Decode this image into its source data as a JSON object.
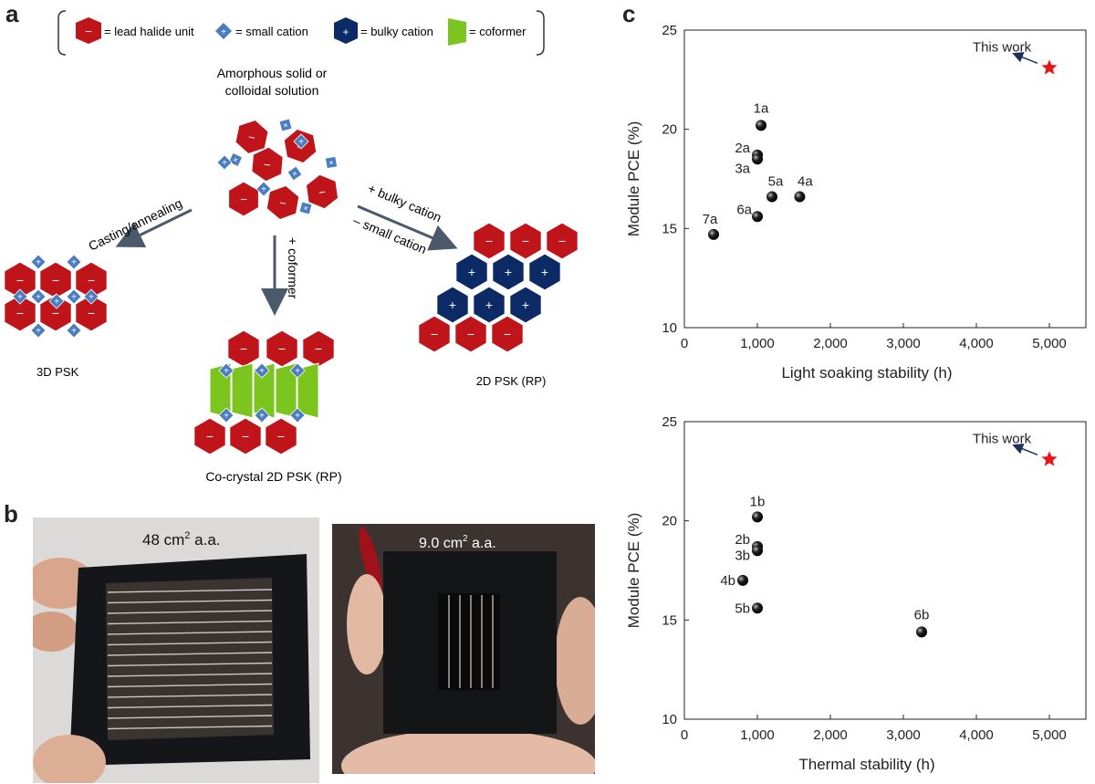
{
  "panels": {
    "a": "a",
    "b": "b",
    "c": "c"
  },
  "legend": {
    "lead_halide": "= lead halide unit",
    "small_cation": "= small cation",
    "bulky_cation": "= bulky cation",
    "coformer": "= coformer"
  },
  "symbols": {
    "minus": "−",
    "plus": "+"
  },
  "schematic": {
    "amorphous_line1": "Amorphous solid or",
    "amorphous_line2": "colloidal solution",
    "casting": "Casting/annealing",
    "coformer_arrow": "+ coformer",
    "bulky_arrow": "+ bulky cation",
    "small_arrow": "– small cation",
    "psk3d": "3D PSK",
    "cocrystal": "Co-crystal 2D PSK (RP)",
    "psk2d": "2D PSK (RP)"
  },
  "photos": {
    "left_label_main": "48 cm",
    "left_label_sup": "2",
    "left_label_tail": " a.a.",
    "right_label_main": "9.0 cm",
    "right_label_sup": "2",
    "right_label_tail": " a.a."
  },
  "colors": {
    "lead_halide": "#c0141b",
    "small_cation": "#4a7cc2",
    "bulky_cation": "#0b2a66",
    "coformer": "#7cc51e",
    "star": "#e8161b",
    "arrow": "#4a5a6a"
  },
  "chart_data": [
    {
      "type": "scatter",
      "xlabel": "Light soaking stability (h)",
      "ylabel": "Module PCE (%)",
      "xlim": [
        0,
        5500
      ],
      "ylim": [
        10,
        25
      ],
      "xticks": [
        0,
        1000,
        2000,
        3000,
        4000,
        5000
      ],
      "xtick_labels": [
        "0",
        "1,000",
        "2,000",
        "3,000",
        "4,000",
        "5,000"
      ],
      "yticks": [
        10,
        15,
        20,
        25
      ],
      "ytick_labels": [
        "10",
        "15",
        "20",
        "25"
      ],
      "points": [
        {
          "label": "1a",
          "x": 1050,
          "y": 20.2
        },
        {
          "label": "2a",
          "x": 1000,
          "y": 18.7
        },
        {
          "label": "3a",
          "x": 1000,
          "y": 18.5
        },
        {
          "label": "4a",
          "x": 1580,
          "y": 16.6
        },
        {
          "label": "5a",
          "x": 1200,
          "y": 16.6
        },
        {
          "label": "6a",
          "x": 1000,
          "y": 15.6
        },
        {
          "label": "7a",
          "x": 400,
          "y": 14.7
        }
      ],
      "highlight": {
        "label": "This work",
        "x": 5000,
        "y": 23.1,
        "marker": "star"
      }
    },
    {
      "type": "scatter",
      "xlabel": "Thermal stability (h)",
      "ylabel": "Module PCE (%)",
      "xlim": [
        0,
        5500
      ],
      "ylim": [
        10,
        25
      ],
      "xticks": [
        0,
        1000,
        2000,
        3000,
        4000,
        5000
      ],
      "xtick_labels": [
        "0",
        "1,000",
        "2,000",
        "3,000",
        "4,000",
        "5,000"
      ],
      "yticks": [
        10,
        15,
        20,
        25
      ],
      "ytick_labels": [
        "10",
        "15",
        "20",
        "25"
      ],
      "points": [
        {
          "label": "1b",
          "x": 1000,
          "y": 20.2
        },
        {
          "label": "2b",
          "x": 1000,
          "y": 18.7
        },
        {
          "label": "3b",
          "x": 1000,
          "y": 18.5
        },
        {
          "label": "4b",
          "x": 800,
          "y": 17.0
        },
        {
          "label": "5b",
          "x": 1000,
          "y": 15.6
        },
        {
          "label": "6b",
          "x": 3250,
          "y": 14.4
        }
      ],
      "highlight": {
        "label": "This work",
        "x": 5000,
        "y": 23.1,
        "marker": "star"
      }
    }
  ]
}
